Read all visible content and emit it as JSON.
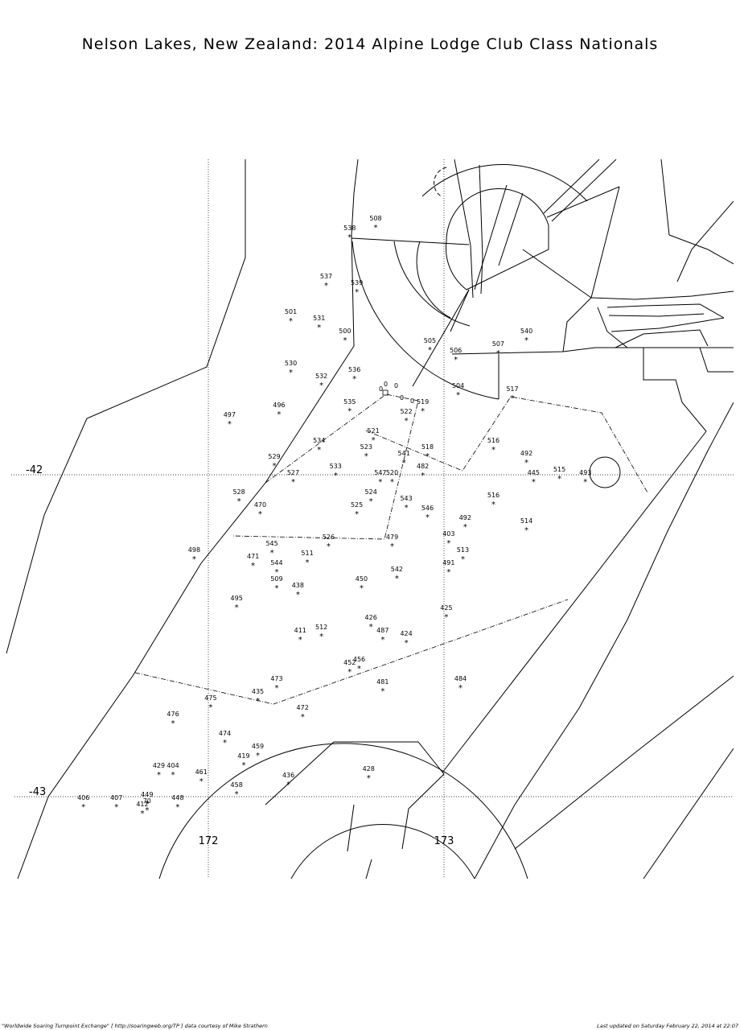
{
  "title": "Nelson Lakes, New Zealand: 2014 Alpine Lodge Club Class Nationals",
  "footer_left": "\"Worldwide Soaring Turnpoint Exchange\" [ http://soaringweb.org/TP ] data courtesy of Mike Strathern",
  "footer_right": "Last updated on Saturday February 22, 2014 at 22:07",
  "axes": {
    "lat_labels": [
      {
        "value": -42,
        "text": "-42"
      },
      {
        "value": -43,
        "text": "-43"
      }
    ],
    "lon_labels": [
      {
        "value": 172,
        "text": "172"
      },
      {
        "value": 173,
        "text": "173"
      }
    ]
  },
  "turnpoints": [
    {
      "id": "508",
      "lon": 172.71,
      "lat": -41.23
    },
    {
      "id": "538",
      "lon": 172.6,
      "lat": -41.26
    },
    {
      "id": "537",
      "lon": 172.5,
      "lat": -41.41
    },
    {
      "id": "539",
      "lon": 172.63,
      "lat": -41.43
    },
    {
      "id": "501",
      "lon": 172.35,
      "lat": -41.52
    },
    {
      "id": "531",
      "lon": 172.47,
      "lat": -41.54
    },
    {
      "id": "500",
      "lon": 172.58,
      "lat": -41.58
    },
    {
      "id": "505",
      "lon": 172.94,
      "lat": -41.61
    },
    {
      "id": "506",
      "lon": 173.05,
      "lat": -41.64
    },
    {
      "id": "507",
      "lon": 173.23,
      "lat": -41.62
    },
    {
      "id": "540",
      "lon": 173.35,
      "lat": -41.58
    },
    {
      "id": "530",
      "lon": 172.35,
      "lat": -41.68
    },
    {
      "id": "532",
      "lon": 172.48,
      "lat": -41.72
    },
    {
      "id": "536",
      "lon": 172.62,
      "lat": -41.7
    },
    {
      "id": "504",
      "lon": 173.06,
      "lat": -41.75
    },
    {
      "id": "517",
      "lon": 173.29,
      "lat": -41.76
    },
    {
      "id": "497",
      "lon": 172.09,
      "lat": -41.84
    },
    {
      "id": "496",
      "lon": 172.3,
      "lat": -41.81
    },
    {
      "id": "535",
      "lon": 172.6,
      "lat": -41.8
    },
    {
      "id": "519",
      "lon": 172.91,
      "lat": -41.8
    },
    {
      "id": "522",
      "lon": 172.84,
      "lat": -41.83
    },
    {
      "id": "521",
      "lon": 172.7,
      "lat": -41.89
    },
    {
      "id": "534",
      "lon": 172.47,
      "lat": -41.92
    },
    {
      "id": "523",
      "lon": 172.67,
      "lat": -41.94
    },
    {
      "id": "541",
      "lon": 172.83,
      "lat": -41.96
    },
    {
      "id": "518",
      "lon": 172.93,
      "lat": -41.94
    },
    {
      "id": "516",
      "lon": 173.21,
      "lat": -41.92
    },
    {
      "id": "492",
      "lon": 173.35,
      "lat": -41.96
    },
    {
      "id": "529",
      "lon": 172.28,
      "lat": -41.97
    },
    {
      "id": "533",
      "lon": 172.54,
      "lat": -42.0
    },
    {
      "id": "527",
      "lon": 172.36,
      "lat": -42.02
    },
    {
      "id": "547",
      "lon": 172.73,
      "lat": -42.02
    },
    {
      "id": "520",
      "lon": 172.78,
      "lat": -42.02
    },
    {
      "id": "482",
      "lon": 172.91,
      "lat": -42.0
    },
    {
      "id": "445",
      "lon": 173.38,
      "lat": -42.02
    },
    {
      "id": "515",
      "lon": 173.49,
      "lat": -42.01
    },
    {
      "id": "493",
      "lon": 173.6,
      "lat": -42.02
    },
    {
      "id": "528",
      "lon": 172.13,
      "lat": -42.08
    },
    {
      "id": "470",
      "lon": 172.22,
      "lat": -42.12
    },
    {
      "id": "524",
      "lon": 172.69,
      "lat": -42.08
    },
    {
      "id": "525",
      "lon": 172.63,
      "lat": -42.12
    },
    {
      "id": "543",
      "lon": 172.84,
      "lat": -42.1
    },
    {
      "id": "546",
      "lon": 172.93,
      "lat": -42.13
    },
    {
      "id": "516",
      "lon": 173.21,
      "lat": -42.09
    },
    {
      "id": "514",
      "lon": 173.35,
      "lat": -42.17
    },
    {
      "id": "492",
      "lon": 173.09,
      "lat": -42.16
    },
    {
      "id": "526",
      "lon": 172.51,
      "lat": -42.22
    },
    {
      "id": "479",
      "lon": 172.78,
      "lat": -42.22
    },
    {
      "id": "403",
      "lon": 173.02,
      "lat": -42.21
    },
    {
      "id": "498",
      "lon": 171.94,
      "lat": -42.26
    },
    {
      "id": "545",
      "lon": 172.27,
      "lat": -42.24
    },
    {
      "id": "471",
      "lon": 172.19,
      "lat": -42.28
    },
    {
      "id": "544",
      "lon": 172.29,
      "lat": -42.3
    },
    {
      "id": "511",
      "lon": 172.42,
      "lat": -42.27
    },
    {
      "id": "513",
      "lon": 173.08,
      "lat": -42.26
    },
    {
      "id": "491",
      "lon": 173.02,
      "lat": -42.3
    },
    {
      "id": "542",
      "lon": 172.8,
      "lat": -42.32
    },
    {
      "id": "509",
      "lon": 172.29,
      "lat": -42.35
    },
    {
      "id": "438",
      "lon": 172.38,
      "lat": -42.37
    },
    {
      "id": "450",
      "lon": 172.65,
      "lat": -42.35
    },
    {
      "id": "495",
      "lon": 172.12,
      "lat": -42.41
    },
    {
      "id": "425",
      "lon": 173.01,
      "lat": -42.44
    },
    {
      "id": "426",
      "lon": 172.69,
      "lat": -42.47
    },
    {
      "id": "411",
      "lon": 172.39,
      "lat": -42.51
    },
    {
      "id": "512",
      "lon": 172.48,
      "lat": -42.5
    },
    {
      "id": "487",
      "lon": 172.74,
      "lat": -42.51
    },
    {
      "id": "424",
      "lon": 172.84,
      "lat": -42.52
    },
    {
      "id": "452",
      "lon": 172.6,
      "lat": -42.61
    },
    {
      "id": "456",
      "lon": 172.64,
      "lat": -42.6
    },
    {
      "id": "473",
      "lon": 172.29,
      "lat": -42.66
    },
    {
      "id": "481",
      "lon": 172.74,
      "lat": -42.67
    },
    {
      "id": "484",
      "lon": 173.07,
      "lat": -42.66
    },
    {
      "id": "435",
      "lon": 172.21,
      "lat": -42.7
    },
    {
      "id": "475",
      "lon": 172.01,
      "lat": -42.72
    },
    {
      "id": "472",
      "lon": 172.4,
      "lat": -42.75
    },
    {
      "id": "476",
      "lon": 171.85,
      "lat": -42.77
    },
    {
      "id": "474",
      "lon": 172.07,
      "lat": -42.83
    },
    {
      "id": "459",
      "lon": 172.21,
      "lat": -42.87
    },
    {
      "id": "419",
      "lon": 172.15,
      "lat": -42.9
    },
    {
      "id": "429",
      "lon": 171.79,
      "lat": -42.93
    },
    {
      "id": "404",
      "lon": 171.85,
      "lat": -42.93
    },
    {
      "id": "461",
      "lon": 171.97,
      "lat": -42.95
    },
    {
      "id": "436",
      "lon": 172.34,
      "lat": -42.96
    },
    {
      "id": "428",
      "lon": 172.68,
      "lat": -42.94
    },
    {
      "id": "458",
      "lon": 172.12,
      "lat": -42.99
    },
    {
      "id": "449",
      "lon": 171.74,
      "lat": -43.02
    },
    {
      "id": "70",
      "lon": 171.74,
      "lat": -43.04
    },
    {
      "id": "412",
      "lon": 171.72,
      "lat": -43.05
    },
    {
      "id": "406",
      "lon": 171.47,
      "lat": -43.03
    },
    {
      "id": "407",
      "lon": 171.61,
      "lat": -43.03
    },
    {
      "id": "448",
      "lon": 171.87,
      "lat": -43.03
    }
  ],
  "airfield_labels": [
    "0",
    "0",
    "0",
    "0",
    "0"
  ]
}
